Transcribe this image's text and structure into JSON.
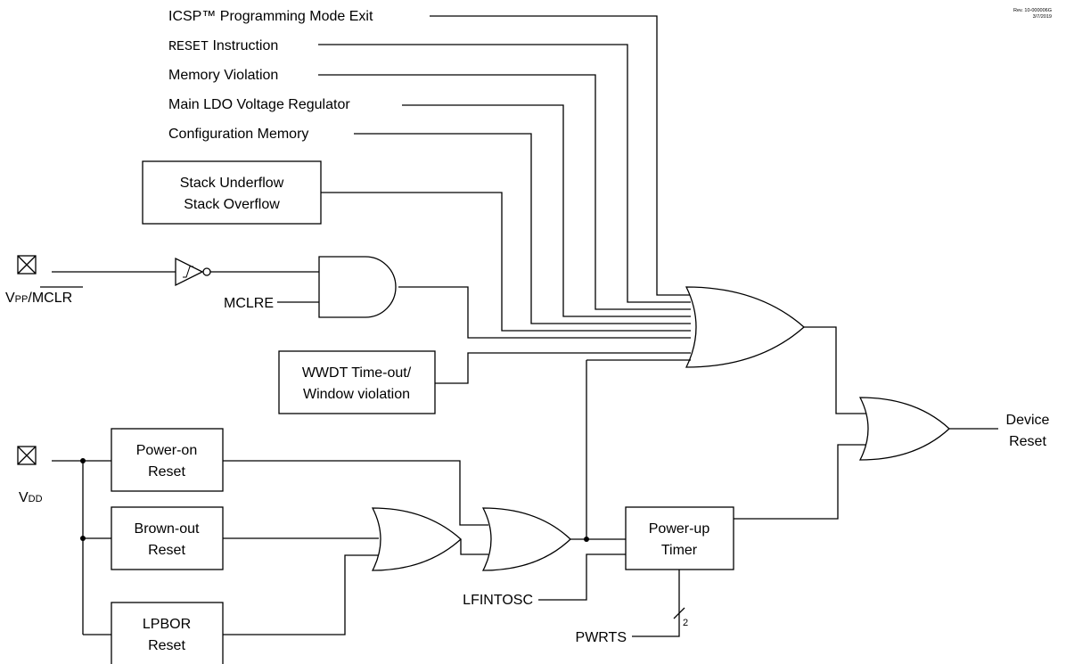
{
  "revision": {
    "rev": "Rev. 10-000006G",
    "date": "3/7/2019"
  },
  "inputs": {
    "icsp_label": "ICSP™ Programming Mode Exit",
    "reset_instruction_mono": "RESET",
    "reset_instruction_rest": " Instruction",
    "memory_violation": "Memory Violation",
    "main_ldo": "Main LDO Voltage Regulator",
    "config_memory": "Configuration Memory",
    "mclre": "MCLRE",
    "lfintosc": "LFINTOSC",
    "pwrts": "PWRTS",
    "bus_width": "2"
  },
  "pins": {
    "vpp_mclr_prefix": "V",
    "vpp_mclr_sub": "PP",
    "vpp_mclr_sep": "/",
    "vpp_mclr_bar": "MCLR",
    "vdd_prefix": "V",
    "vdd_sub": "DD"
  },
  "blocks": {
    "stack_line1": "Stack Underflow",
    "stack_line2": "Stack  Overflow",
    "wwdt_line1": "WWDT Time-out/",
    "wwdt_line2": "Window violation",
    "por_line1": "Power-on",
    "por_line2": "Reset",
    "bor_line1": "Brown-out",
    "bor_line2": "Reset",
    "lpbor_line1": "LPBOR",
    "lpbor_line2": "Reset",
    "pwrt_line1": "Power-up",
    "pwrt_line2": "Timer"
  },
  "output": {
    "line1": "Device",
    "line2": "Reset"
  }
}
